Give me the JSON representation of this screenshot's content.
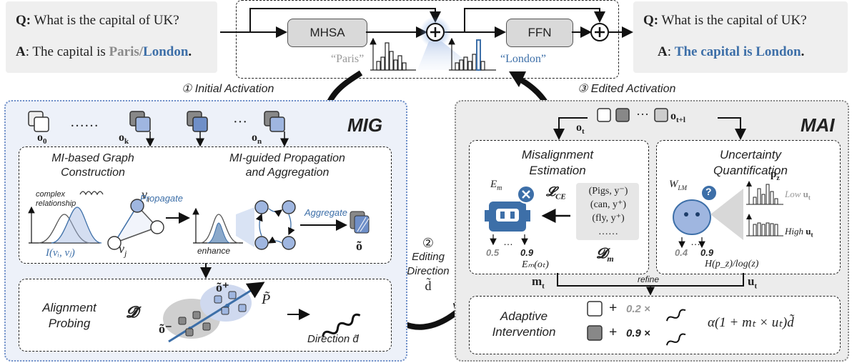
{
  "left_qa": {
    "q_label": "Q:",
    "q_text": "What is the capital of UK?",
    "a_label": "A",
    "a_text": ": The capital is ",
    "a_paris": "Paris",
    "a_slash": "/",
    "a_london": "London",
    "a_dot": "."
  },
  "right_qa": {
    "q_label": "Q:",
    "q_text": "What is the capital of UK?",
    "a_label": "A",
    "a_colon": ": ",
    "a_text": "The capital is London",
    "a_dot": "."
  },
  "transformer": {
    "mhsa": "MHSA",
    "ffn": "FFN",
    "paris": "“Paris”",
    "london": "“London”"
  },
  "steps": {
    "s1": "① Initial Activation",
    "s2_num": "②",
    "s2_line1": "Editing",
    "s2_line2": "Direction",
    "s2_sym": "d̃",
    "s3": "③ Edited Activation"
  },
  "mig": {
    "title": "MIG",
    "o0": "o",
    "o0_sub": "0",
    "ok": "o",
    "ok_sub": "k",
    "on": "o",
    "on_sub": "n",
    "dots1": "……",
    "dots2": "···",
    "graph_title_l1": "MI-based Graph",
    "graph_title_l2": "Construction",
    "prop_title_l1": "MI-guided Propagation",
    "prop_title_l2": "and Aggregation",
    "complex": "complex",
    "relationship": "relationship",
    "vi": "v",
    "vi_sub": "i",
    "vj": "v",
    "vj_sub": "j",
    "mi_formula": "I(vᵢ, vⱼ)",
    "propagate": "Propagate",
    "aggregate": "Aggregate",
    "enhance": "enhance",
    "otilde": "õ",
    "align_l1": "Alignment",
    "align_l2": "Probing",
    "d_cal": "𝓓̃",
    "oplus": "õ⁺",
    "ominus": "õ⁻",
    "ptilde": "P̃",
    "direction": "Direction d̃"
  },
  "mai": {
    "title": "MAI",
    "ot": "o",
    "ot_sub": "t",
    "otl": "o",
    "otl_sub": "t+l",
    "dots": "···",
    "mis_l1": "Misalignment",
    "mis_l2": "Estimation",
    "unc_l1": "Uncertainty",
    "unc_l2": "Quantification",
    "em": "E",
    "em_sub": "m",
    "lce": "𝓛",
    "lce_sub": "CE",
    "data1": "(Pigs, y⁻)",
    "data2": "(can, y⁺)",
    "data3": "(fly, y⁺)",
    "data_dots": "……",
    "dm": "𝓓",
    "dm_sub": "m",
    "val05": "0.5",
    "val09a": "0.9",
    "em_ot": "Eₘ(oₜ)",
    "wlm": "W",
    "wlm_sub": "LM",
    "pz": "p",
    "pz_sub": "z",
    "low": "Low",
    "high": "High",
    "ut_sym": "u",
    "ut_sub": "t",
    "val04": "0.4",
    "val09b": "0.9",
    "entropy": "H(p_z)/log(z)",
    "mt": "m",
    "mt_sub": "t",
    "refine": "refine",
    "ut": "u",
    "ut_sub2": "t",
    "adapt_l1": "Adaptive",
    "adapt_l2": "Intervention",
    "plus": "+",
    "coef1": "0.2 ×",
    "coef2": "0.9 ×",
    "formula": "α(1 + mₜ × uₜ)d̃"
  },
  "colors": {
    "blue": "#3d6fa8",
    "grey": "#8a8a8a",
    "mig_bg": "#edf1f9",
    "mai_bg": "#ececec"
  }
}
